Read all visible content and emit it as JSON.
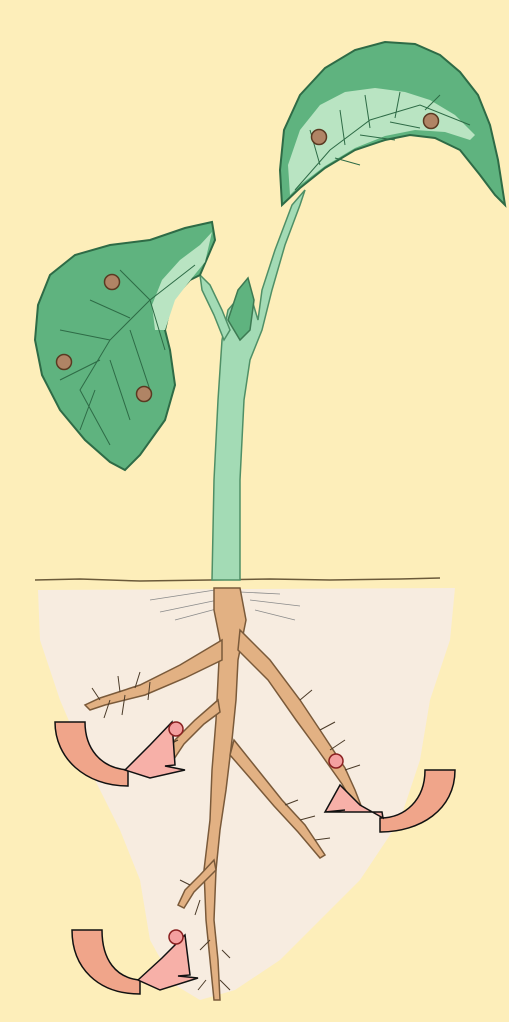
{
  "colors": {
    "background": "#fdeeba",
    "soil": "#f7ece0",
    "leaf": "#5fb37f",
    "leaf_light": "#b9e4c2",
    "leaf_vein": "#2e6b46",
    "stem": "#a3dbb5",
    "root": "#e2b183",
    "root_outline": "#7a5a3a",
    "leaf_dot": "#b08465",
    "root_dot": "#f4a0a0",
    "arrow_fill": "#f0a58a",
    "arrow_head": "#f7b0a8"
  },
  "leaf_dots": {
    "count": 5
  },
  "root_dots": {
    "count": 3
  },
  "arrows": {
    "count": 3,
    "icon": "curved-arrow-icon"
  }
}
